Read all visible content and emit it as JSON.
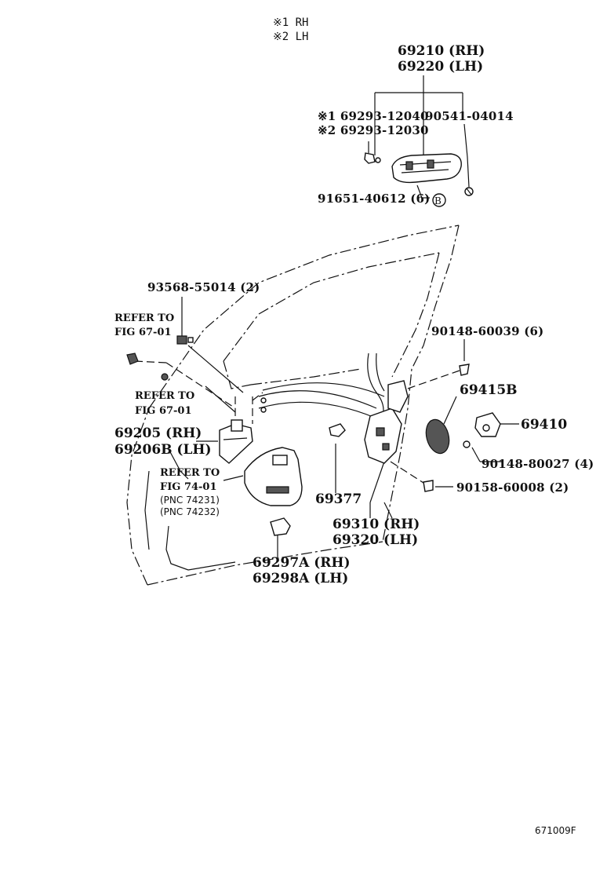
{
  "legend": {
    "note1": "※1 RH",
    "note2": "※2 LH"
  },
  "parts": {
    "outside_handle_rh": "69210 (RH)",
    "outside_handle_lh": "69220 (LH)",
    "cylinder_a": "※1  69293-12040",
    "cylinder_b": "※2  69293-12030",
    "screw_90541": "90541-04014",
    "bolt_91651": "91651-40612 (6)",
    "bolt_marker": "B",
    "screw_93568": "93568-55014 (2)",
    "refer_1_line1": "REFER TO",
    "refer_1_line2": "FIG 67-01",
    "refer_2_line1": "REFER TO",
    "refer_2_line2": "FIG 67-01",
    "inside_handle_rh": "69205 (RH)",
    "inside_handle_lh": "69206B (LH)",
    "refer_3_line1": "REFER TO",
    "refer_3_line2": "FIG 74-01",
    "pnc_1": "(PNC  74231)",
    "pnc_2": "(PNC  74232)",
    "screw_90148_60039": "90148-60039 (6)",
    "cover_69415b": "69415B",
    "striker_69410": "69410",
    "screw_90148_80027": "90148-80027 (4)",
    "screw_90158": "90158-60008 (2)",
    "clip_69377": "69377",
    "lock_rh": "69310 (RH)",
    "lock_lh": "69320 (LH)",
    "cover_rh": "69297A (RH)",
    "cover_lh": "69298A (LH)"
  },
  "footer": {
    "figure_code": "671009F"
  }
}
